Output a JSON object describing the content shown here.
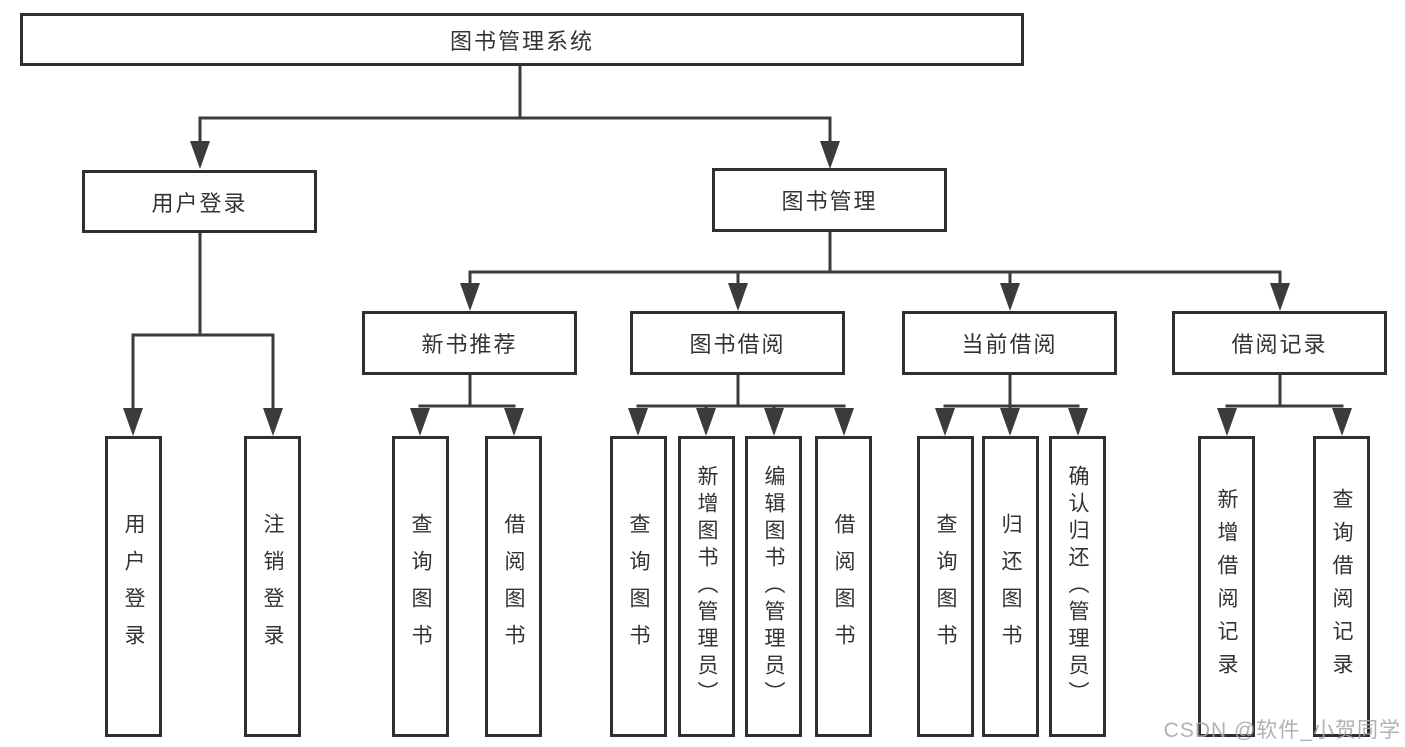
{
  "tree": {
    "label": "图书管理系统",
    "children": [
      {
        "label": "用户登录",
        "children": [
          {
            "label": "用户登录"
          },
          {
            "label": "注销登录"
          }
        ]
      },
      {
        "label": "图书管理",
        "children": [
          {
            "label": "新书推荐",
            "children": [
              {
                "label": "查询图书"
              },
              {
                "label": "借阅图书"
              }
            ]
          },
          {
            "label": "图书借阅",
            "children": [
              {
                "label": "查询图书"
              },
              {
                "label": "新增图书（管理员）"
              },
              {
                "label": "编辑图书（管理员）"
              },
              {
                "label": "借阅图书"
              }
            ]
          },
          {
            "label": "当前借阅",
            "children": [
              {
                "label": "查询图书"
              },
              {
                "label": "归还图书"
              },
              {
                "label": "确认归还（管理员）"
              }
            ]
          },
          {
            "label": "借阅记录",
            "children": [
              {
                "label": "新增借阅记录"
              },
              {
                "label": "查询借阅记录"
              }
            ]
          }
        ]
      }
    ]
  },
  "watermark": "CSDN @软件_小贺同学",
  "colors": {
    "line": "#3b3b3b",
    "box_border": "#2f2f2f",
    "text": "#333333",
    "watermark": "#a8a8a8",
    "background": "#ffffff"
  }
}
